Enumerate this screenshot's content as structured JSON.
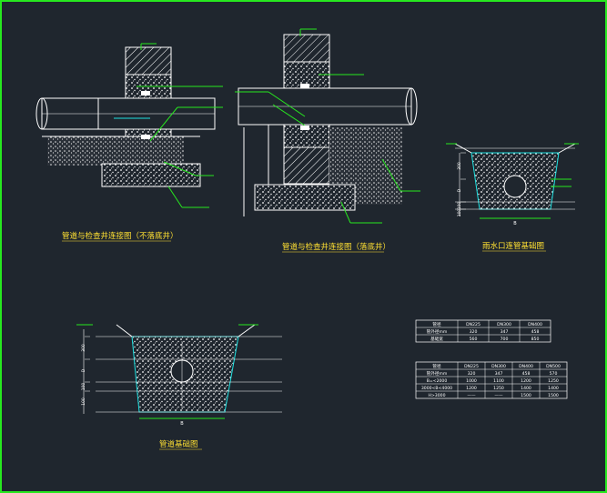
{
  "colors": {
    "background": "#1f262e",
    "frame": "#27e81f",
    "line": "#ffffff",
    "leader": "#27e81f",
    "cyan": "#1fe0e0",
    "title": "#ffe033",
    "table_text": "#ffffff"
  },
  "titles": {
    "detail1": "管道与检查井连接图（不落底井）",
    "detail2": "管道与检查井连接图（落底井）",
    "detail3": "雨水口连管基础图",
    "detail4": "管道基础图"
  },
  "dimensions": {
    "d3_width": "B",
    "d4_width": "B",
    "d4_side": [
      "300",
      "D",
      "100",
      "100"
    ],
    "d3_side": [
      "300",
      "D",
      "100",
      "100"
    ]
  },
  "table1": {
    "rows": [
      [
        "管径",
        "DN225",
        "DN300",
        "DN400"
      ],
      [
        "管外径mm",
        "320",
        "347",
        "458"
      ],
      [
        "基础宽",
        "560",
        "700",
        "850"
      ]
    ]
  },
  "table2": {
    "rows": [
      [
        "管径",
        "DN225",
        "DN300",
        "DN400",
        "DN500"
      ],
      [
        "管外径mm",
        "320",
        "347",
        "458",
        "570"
      ],
      [
        "B=<2000",
        "1000",
        "1100",
        "1200",
        "1250"
      ],
      [
        "3000<B<4000",
        "1200",
        "1250",
        "1400",
        "1400"
      ],
      [
        "H>3000",
        "——",
        "——",
        "1500",
        "1500"
      ]
    ]
  }
}
